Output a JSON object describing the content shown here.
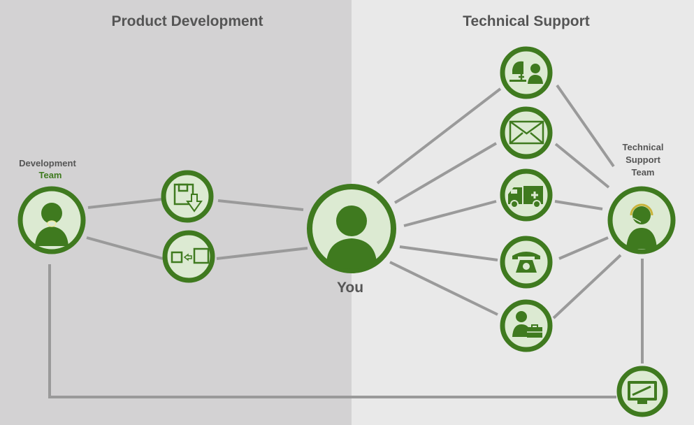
{
  "sections": {
    "left_title": "Product Development",
    "right_title": "Technical Support"
  },
  "nodes": {
    "development_team": {
      "label_line1": "Development",
      "label_line2": "Team"
    },
    "technical_support_team": {
      "label_line1": "Technical",
      "label_line2": "Support",
      "label_line3": "Team"
    },
    "you": {
      "label": "You"
    }
  },
  "colors": {
    "accent": "#3f7a1f",
    "left_bg": "#d3d2d3",
    "right_bg": "#e9e9e9",
    "connector": "#9a9a9a"
  }
}
